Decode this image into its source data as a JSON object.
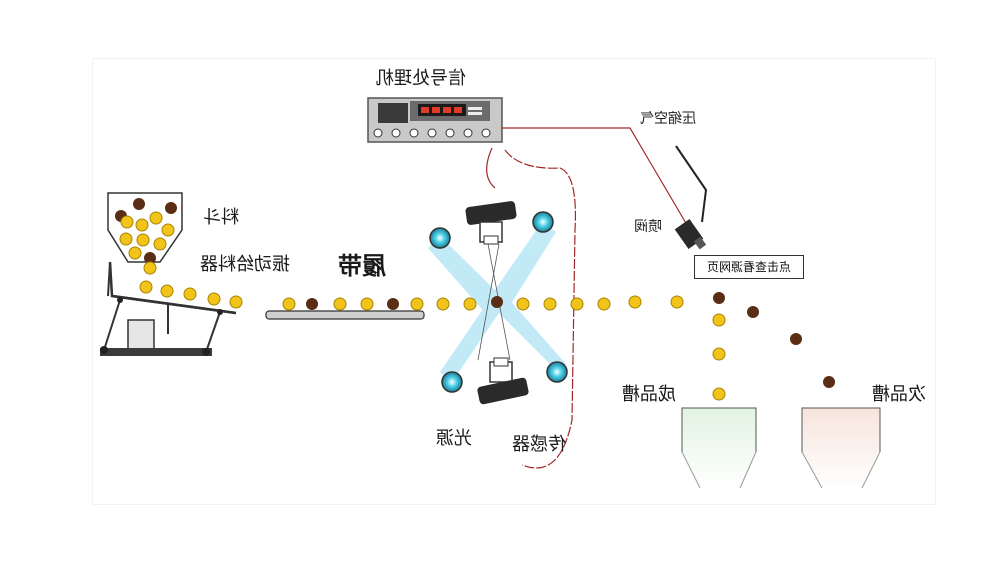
{
  "labels": {
    "signal_processor": "信号处理机",
    "compressed_air": "压缩空气",
    "valve": "喷阀",
    "hopper": "料斗",
    "vibrating_feeder": "振动给料器",
    "conveyor": "履带",
    "light_source": "光源",
    "sensor": "传感器",
    "good_product_trough": "成品槽",
    "reject_trough": "次品槽",
    "webpage_link": "点击查看源网页"
  },
  "colors": {
    "good_bean": "#f2c41a",
    "bad_bean": "#5a2e14",
    "signal_wire": "#a02828",
    "light_beam": "#8fd8f0",
    "good_bin": "#d8efd8",
    "reject_bin": "#f4e0d8"
  },
  "icons": [
    "processor-icon",
    "camera-icon",
    "lamp-icon",
    "nozzle-icon"
  ]
}
